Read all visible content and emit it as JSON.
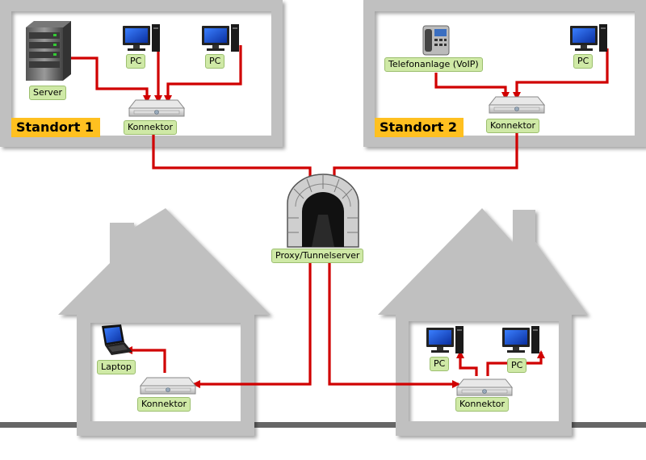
{
  "site1": {
    "title": "Standort 1",
    "server_label": "Server",
    "pc1_label": "PC",
    "pc2_label": "PC",
    "connector_label": "Konnektor"
  },
  "site2": {
    "title": "Standort 2",
    "phone_label": "Telefonanlage (VoIP)",
    "pc_label": "PC",
    "connector_label": "Konnektor"
  },
  "tunnel": {
    "label": "Proxy/Tunnelserver"
  },
  "house_left": {
    "laptop_label": "Laptop",
    "connector_label": "Konnektor"
  },
  "house_right": {
    "pc1_label": "PC",
    "pc2_label": "PC",
    "connector_label": "Konnektor"
  },
  "colors": {
    "link": "#d00000",
    "building": "#c0c0c0",
    "label_bg": "#cfe9a6",
    "site_tag": "#ffc020"
  }
}
